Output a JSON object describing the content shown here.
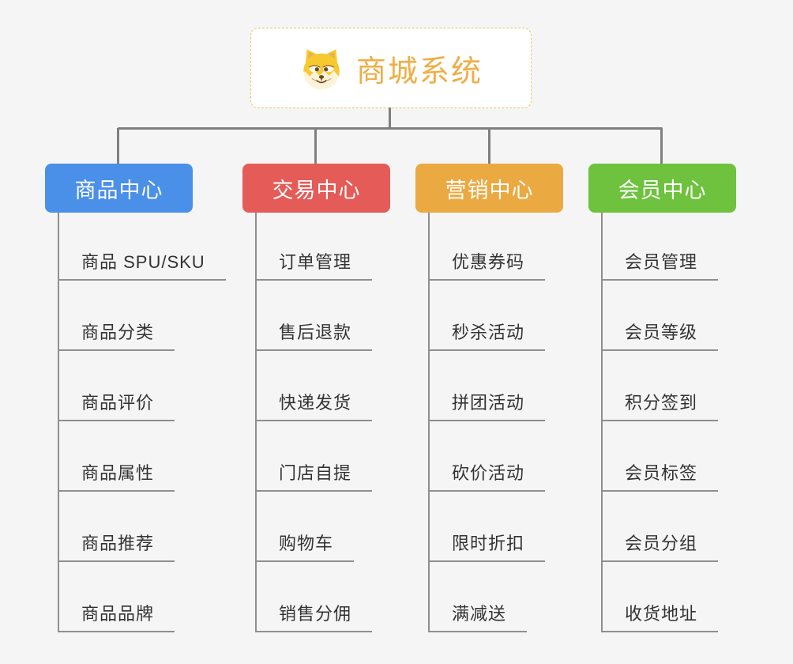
{
  "root": {
    "title": "商城系统",
    "icon": "doge-icon",
    "title_color": "#EFAE45",
    "border_color": "#F2C167",
    "background": "#FFFFFF"
  },
  "connector_color": "#7F7F7F",
  "branches": [
    {
      "label": "商品中心",
      "color": "#4A8FE8",
      "children": [
        "商品 SPU/SKU",
        "商品分类",
        "商品评价",
        "商品属性",
        "商品推荐",
        "商品品牌"
      ]
    },
    {
      "label": "交易中心",
      "color": "#E55B57",
      "children": [
        "订单管理",
        "售后退款",
        "快递发货",
        "门店自提",
        "购物车",
        "销售分佣"
      ]
    },
    {
      "label": "营销中心",
      "color": "#EBA942",
      "children": [
        "优惠券码",
        "秒杀活动",
        "拼团活动",
        "砍价活动",
        "限时折扣",
        "满减送"
      ]
    },
    {
      "label": "会员中心",
      "color": "#6EC23D",
      "children": [
        "会员管理",
        "会员等级",
        "积分签到",
        "会员标签",
        "会员分组",
        "收货地址"
      ]
    }
  ]
}
